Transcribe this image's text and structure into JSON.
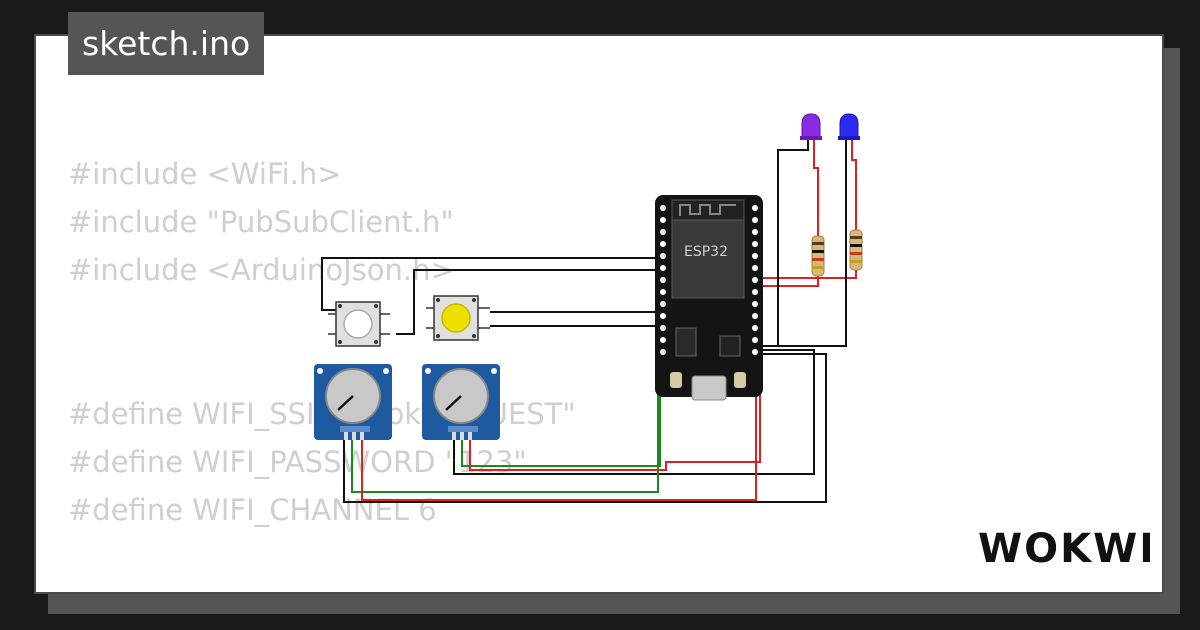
{
  "tab": {
    "title": "sketch.ino"
  },
  "code_lines": [
    "#include <WiFi.h>",
    "#include \"PubSubClient.h\"",
    "#include <ArduinoJson.h>",
    "",
    "",
    "#define WIFI_SSID \"Wokwi-GUEST\"",
    "#define WIFI_PASSWORD \"123\"",
    "#define WIFI_CHANNEL 6"
  ],
  "board": {
    "label": "ESP32"
  },
  "brand": {
    "logo": "WOKWI"
  },
  "colors": {
    "background": "#1a1a1a",
    "tab": "#555555",
    "wire_black": "#111111",
    "wire_red": "#e02020",
    "wire_green": "#1a8a1a",
    "led_purple": "#8a2be2",
    "led_blue": "#2a2af0",
    "pot_board": "#1e5aa0",
    "button_yellow": "#f0e000"
  },
  "icons": [
    "esp32-board",
    "pushbutton-white",
    "pushbutton-yellow",
    "potentiometer",
    "led-purple",
    "led-blue",
    "resistor"
  ]
}
